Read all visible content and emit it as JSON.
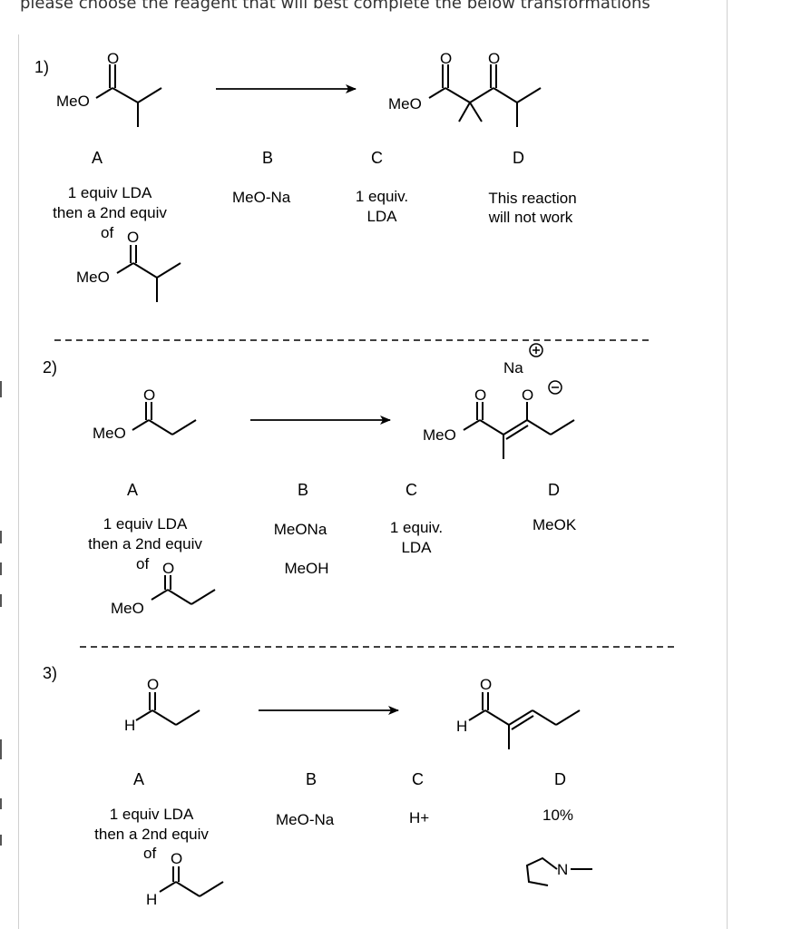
{
  "heading": "please choose the reagent that will best complete the below transformations",
  "common": {
    "meo": "MeO",
    "h": "H",
    "o": "O",
    "na": "Na",
    "n": "N",
    "plus": "+",
    "minus": "−"
  },
  "problems": [
    {
      "number": "1)",
      "options": [
        {
          "letter": "A",
          "lines": [
            "1 equiv LDA",
            "then  a 2nd equiv",
            "of"
          ]
        },
        {
          "letter": "B",
          "lines": [
            "MeO-Na"
          ]
        },
        {
          "letter": "C",
          "lines": [
            "1 equiv.",
            "LDA"
          ]
        },
        {
          "letter": "D",
          "lines": [
            "This reaction",
            "will not work"
          ]
        }
      ]
    },
    {
      "number": "2)",
      "options": [
        {
          "letter": "A",
          "lines": [
            "1 equiv LDA",
            "then  a 2nd equiv",
            "of"
          ]
        },
        {
          "letter": "B",
          "lines": [
            "MeONa",
            "MeOH"
          ]
        },
        {
          "letter": "C",
          "lines": [
            "1 equiv.",
            "LDA"
          ]
        },
        {
          "letter": "D",
          "lines": [
            "MeOK"
          ]
        }
      ]
    },
    {
      "number": "3)",
      "options": [
        {
          "letter": "A",
          "lines": [
            "1 equiv LDA",
            "then  a 2nd equiv",
            "of"
          ]
        },
        {
          "letter": "B",
          "lines": [
            "MeO-Na"
          ]
        },
        {
          "letter": "C",
          "lines": [
            "H+"
          ]
        },
        {
          "letter": "D",
          "lines": [
            "10%"
          ]
        }
      ]
    }
  ]
}
